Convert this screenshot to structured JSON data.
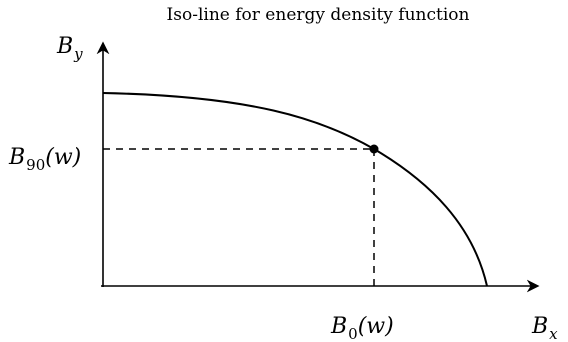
{
  "title": "Iso-line for energy density function",
  "axes": {
    "y_label": {
      "base": "B",
      "sub": "y"
    },
    "x_label": {
      "base": "B",
      "sub": "x"
    }
  },
  "markers": {
    "y_marker": {
      "base": "B",
      "sub": "90",
      "arg": "(w)"
    },
    "x_marker": {
      "base": "B",
      "sub": "0",
      "arg": "(w)"
    }
  },
  "colors": {
    "ink": "#000000",
    "background": "#ffffff"
  }
}
